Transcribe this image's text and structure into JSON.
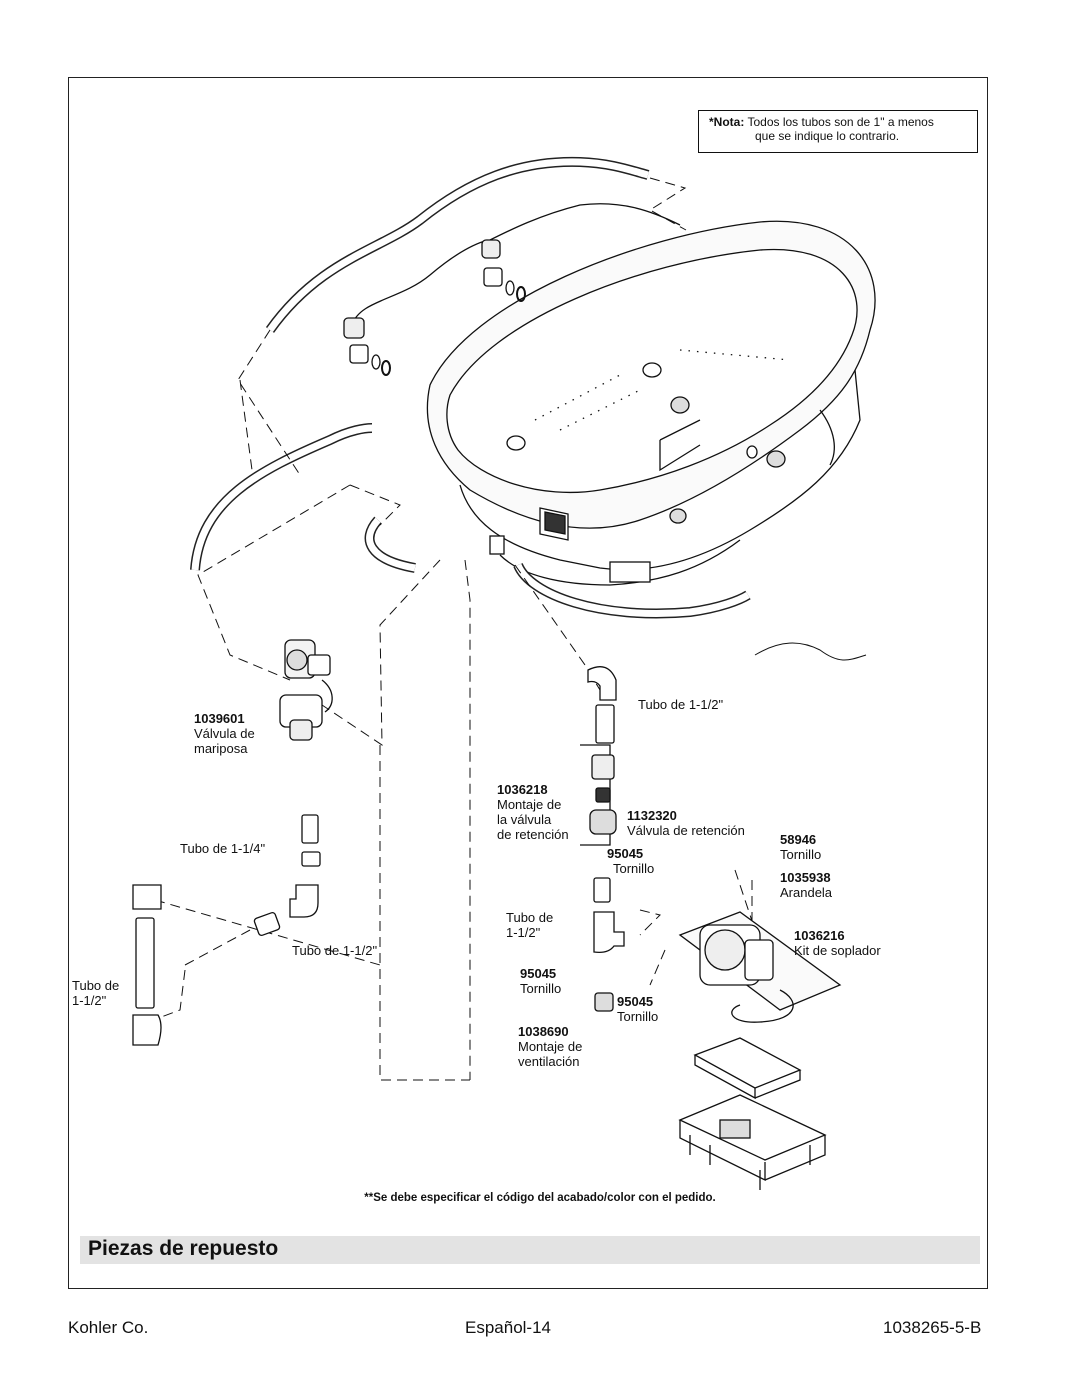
{
  "note": {
    "label": "*Nota:",
    "line1": "Todos los tubos son de 1\" a menos",
    "line2": "que se indique lo contrario."
  },
  "parts": {
    "valve_butterfly": {
      "code": "1039601",
      "line1": "Válvula de",
      "line2": "mariposa"
    },
    "tube_114": {
      "text": "Tubo de 1-1/4\""
    },
    "tube_112_a": {
      "text": "Tubo de 1-1/2\""
    },
    "tube_112_left": {
      "line1": "Tubo de",
      "line2": "1-1/2\""
    },
    "tube_112_top": {
      "text": "Tubo de 1-1/2\""
    },
    "check_valve_assy": {
      "code": "1036218",
      "line1": "Montaje de",
      "line2": "la válvula",
      "line3": "de retención"
    },
    "check_valve": {
      "code": "1132320",
      "line1": "Válvula de retención"
    },
    "screw_95045_a": {
      "code": "95045",
      "line1": "Tornillo"
    },
    "tube_112_mid": {
      "line1": "Tubo de",
      "line2": "1-1/2\""
    },
    "screw_95045_b": {
      "code": "95045",
      "line1": "Tornillo"
    },
    "screw_95045_c": {
      "code": "95045",
      "line1": "Tornillo"
    },
    "vent_assy": {
      "code": "1038690",
      "line1": "Montaje de",
      "line2": "ventilación"
    },
    "screw_58946": {
      "code": "58946",
      "line1": "Tornillo"
    },
    "washer": {
      "code": "1035938",
      "line1": "Arandela"
    },
    "blower_kit": {
      "code": "1036216",
      "line1": "Kit de soplador"
    }
  },
  "footnote": "**Se debe especificar el código del acabado/color con el pedido.",
  "section_title": "Piezas de repuesto",
  "footer": {
    "left": "Kohler Co.",
    "center": "Español-14",
    "right": "1038265-5-B"
  }
}
